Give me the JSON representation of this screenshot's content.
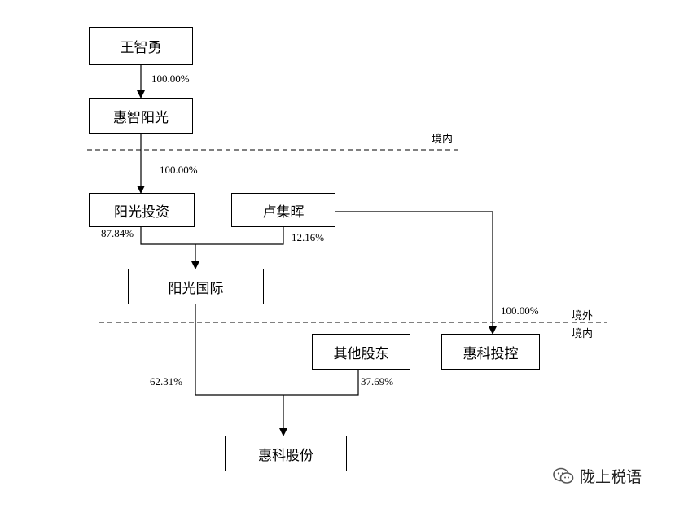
{
  "nodes": {
    "wangzhiyong": "王智勇",
    "huizhi_yangguang": "惠智阳光",
    "yangguang_touzi": "阳光投资",
    "lu_jihui": "卢集晖",
    "yangguang_guoji": "阳光国际",
    "qita_gudong": "其他股东",
    "huike_tokong": "惠科投控",
    "huike_gufen": "惠科股份"
  },
  "edges": {
    "wang_to_huizhi": "100.00%",
    "huizhi_to_touzi": "100.00%",
    "touzi_to_guoji": "87.84%",
    "lu_to_guoji": "12.16%",
    "lu_to_tokong": "100.00%",
    "guoji_to_gufen": "62.31%",
    "qita_to_gufen": "37.69%"
  },
  "boundaries": {
    "upper": {
      "inside": "境内"
    },
    "lower": {
      "outside": "境外",
      "inside": "境内"
    }
  },
  "watermark": {
    "text": "陇上税语",
    "icon": "wechat-icon"
  }
}
